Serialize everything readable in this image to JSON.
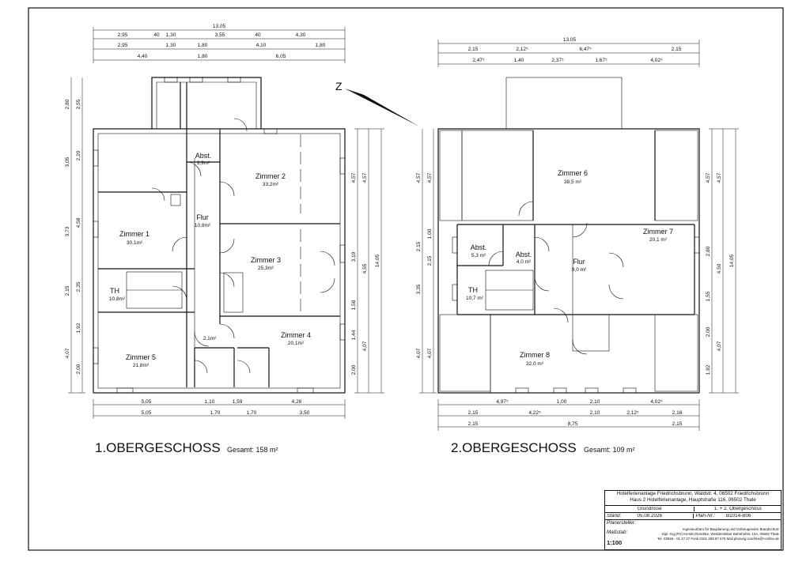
{
  "north_label": "Z",
  "floors": [
    {
      "title": "1.OBERGESCHOSS",
      "total": "Gesamt: 158 m²",
      "rooms": [
        {
          "name": "Abst.",
          "area": "3,9m²"
        },
        {
          "name": "Zimmer 2",
          "area": "33,2m²"
        },
        {
          "name": "Zimmer 1",
          "area": "30,1m²"
        },
        {
          "name": "Flur",
          "area": "10,8m²"
        },
        {
          "name": "Zimmer 3",
          "area": "25,3m²"
        },
        {
          "name": "TH",
          "area": "10,8m²"
        },
        {
          "name": "Zimmer 4",
          "area": "20,1m²"
        },
        {
          "name": "",
          "area": "2,1m²"
        },
        {
          "name": "Zimmer 5",
          "area": "21,8m²"
        }
      ],
      "dims_top": [
        [
          "13,05"
        ],
        [
          "2,95",
          "40",
          "1,30",
          "3,55",
          "40",
          "4,30"
        ],
        [
          "2,95",
          "1,30",
          "1,80",
          "4,10",
          "1,80"
        ],
        [
          "4,40",
          "1,80",
          "6,05"
        ]
      ],
      "dims_bottom": [
        [
          "5,05",
          "1,10",
          "1,59",
          "4,26"
        ],
        [
          "5,05",
          "1,70",
          "1,70",
          "3,50"
        ]
      ],
      "dims_left": [
        [
          "2,80",
          "3,05",
          "3,73",
          "2,15",
          "4,07"
        ],
        [
          "2,55",
          "2,20",
          "4,58",
          "2,35",
          "1,92",
          "2,00"
        ]
      ],
      "dims_right": [
        [
          "4,57",
          "3,19",
          "1,58",
          "1,44",
          "2,00"
        ],
        [
          "4,57",
          "4,55",
          "4,07"
        ],
        [
          "14,05"
        ]
      ]
    },
    {
      "title": "2.OBERGESCHOSS",
      "total": "Gesamt: 109 m²",
      "rooms": [
        {
          "name": "Zimmer 6",
          "area": "38,5 m²"
        },
        {
          "name": "Abst.",
          "area": "5,3 m²"
        },
        {
          "name": "Abst.",
          "area": "4,0 m²"
        },
        {
          "name": "Flur",
          "area": "9,0 m²"
        },
        {
          "name": "Zimmer 7",
          "area": "20,1 m²"
        },
        {
          "name": "TH",
          "area": "10,7 m²"
        },
        {
          "name": "Zimmer 8",
          "area": "32,0 m²"
        }
      ],
      "dims_top": [
        [
          "13,05"
        ],
        [
          "2,15",
          "2,12⁵",
          "6,47⁵",
          "2,15"
        ],
        [
          "2,47⁵",
          "1,40",
          "2,37⁵",
          "1,67⁵",
          "4,02⁵"
        ]
      ],
      "dims_bottom": [
        [
          "4,97⁵",
          "1,00",
          "2,10",
          "4,02⁵"
        ],
        [
          "2,15",
          "4,22⁵",
          "2,10",
          "2,12⁵",
          "2,16"
        ],
        [
          "2,15",
          "8,75",
          "2,15"
        ]
      ],
      "dims_left": [
        [
          "4,57",
          "2,15",
          "3,35",
          "4,07"
        ],
        [
          "4,57",
          "1,00",
          "2,15",
          "4,07"
        ]
      ],
      "dims_right": [
        [
          "4,57",
          "2,80",
          "1,55",
          "2,00",
          "1,92"
        ],
        [
          "4,57",
          "4,50",
          "4,07"
        ],
        [
          "14,05"
        ]
      ]
    }
  ],
  "titleblock": {
    "project_line1": "Hotelferienanlage Friedrichsbrunn, Waldstr. 4, 06502 Friedrichsbrunn",
    "project_line2": "Haus 2 Hotelferienanlage, Hauptstraße 116, 06502 Thale",
    "plan_type": "Grundrisse",
    "plan_content": "1. + 2. Obergeschoss",
    "stand_label": "Stand:",
    "stand_value": "05.08.2026",
    "plan_nr_label": "Plan-Nr.:",
    "plan_nr_value": "B1014-B06",
    "planer_label": "Planersteller:",
    "office_line1": "Ingenieurbüro für Bauplanung und Vorbeugenden Brandschutz",
    "office_line2": "Dipl.-Ing.(FH) Kerstin Roschke, Weddersleber Bahnhofstr. 10A, 06502 Thale",
    "office_line3": "Tel. 03946 - 01 47 27 Funk 0151 258 87 670 Mail planung.roschke@t-online.de",
    "massstab_label": "Maßstab:",
    "massstab_value": "1:100"
  }
}
